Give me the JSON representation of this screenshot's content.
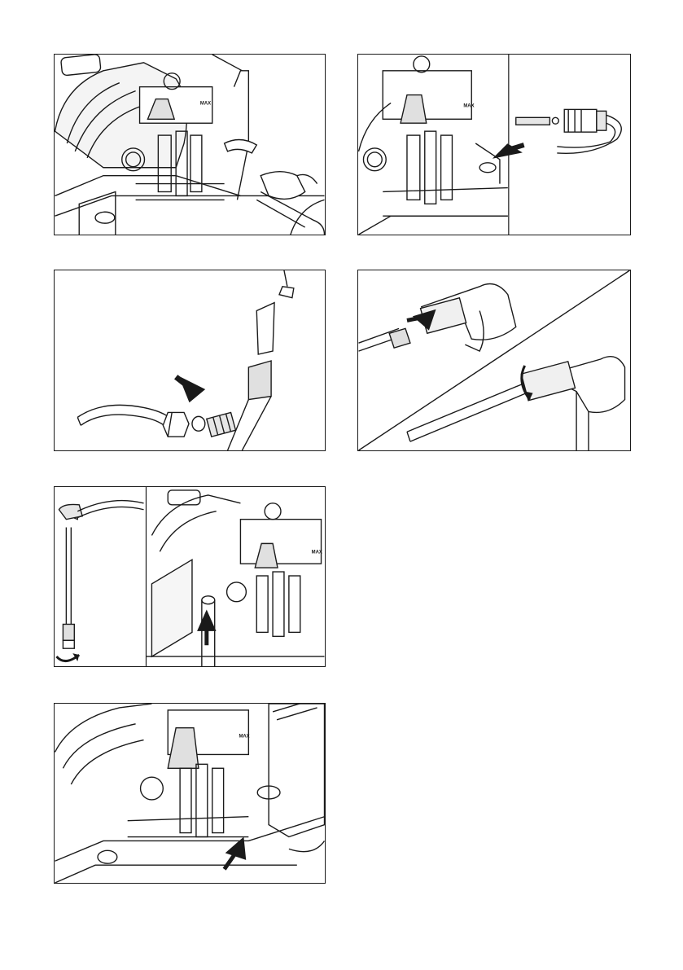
{
  "figures": [
    {
      "id": "fig-1",
      "description_icons": [
        "pump-icon",
        "wrench-icon",
        "hand-icon"
      ],
      "text": "MAX"
    },
    {
      "id": "fig-2",
      "description_icons": [
        "pump-icon",
        "nozzle-icon",
        "hose-connector-icon",
        "arrow-icon"
      ],
      "text": "MAX"
    },
    {
      "id": "fig-3",
      "description_icons": [
        "hose-icon",
        "fitting-icon",
        "lance-icon",
        "arrow-icon"
      ]
    },
    {
      "id": "fig-4",
      "description_icons": [
        "spray-gun-icon",
        "lance-icon",
        "arrow-icon",
        "rotate-arrow-icon"
      ]
    },
    {
      "id": "fig-5",
      "description_icons": [
        "lance-icon",
        "pump-icon",
        "arrow-icon",
        "rotate-arrow-icon"
      ],
      "text": "MAX"
    },
    {
      "id": "fig-6",
      "description_icons": [
        "pump-icon",
        "arrow-icon"
      ],
      "text": "MAX"
    }
  ],
  "colors": {
    "line": "#1a1a1a",
    "fill": "#ffffff",
    "shade": "#d9d9d9"
  }
}
